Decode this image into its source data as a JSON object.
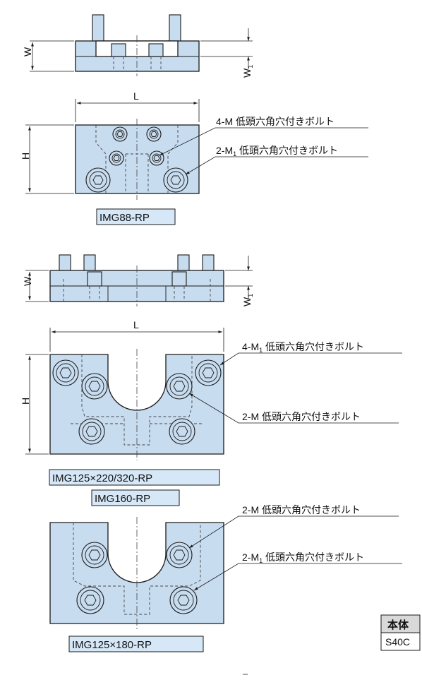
{
  "dimensions": {
    "W": "W",
    "W1_main": "W",
    "W1_sub": "1",
    "L": "L",
    "H": "H",
    "M1_main": "M",
    "M1_sub": "1"
  },
  "callouts": {
    "fig1_line1": "4-M 低頭六角穴付きボルト",
    "fig1_line2_prefix": "2-M",
    "fig1_line2_sub": "1",
    "fig1_line2_suffix": " 低頭六角穴付きボルト",
    "fig2_line1_prefix": "4-M",
    "fig2_line1_sub": "1",
    "fig2_line1_suffix": " 低頭六角穴付きボルト",
    "fig2_line2": "2-M 低頭六角穴付きボルト",
    "fig3_line1": "2-M 低頭六角穴付きボルト",
    "fig3_line2_prefix": "2-M",
    "fig3_line2_sub": "1",
    "fig3_line2_suffix": " 低頭六角穴付きボルト"
  },
  "model_tags": {
    "tag1": "IMG88-RP",
    "tag2": "IMG125×220/320-RP",
    "tag3": "IMG160-RP",
    "tag4": "IMG125×180-RP"
  },
  "material_table": {
    "header": "本体",
    "value": "S40C"
  },
  "colors": {
    "part_fill": "#c8dcf0",
    "tag_fill": "#d6e8f7",
    "line": "#1a1a1a"
  }
}
